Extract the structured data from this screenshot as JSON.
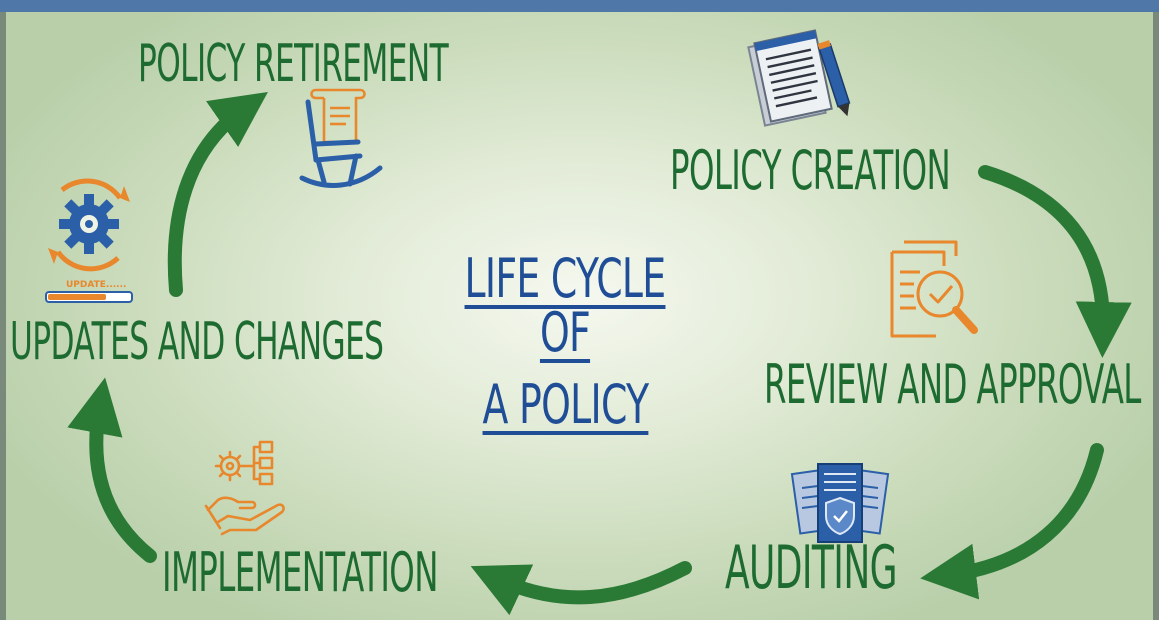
{
  "title": {
    "line1": "LIFE CYCLE OF",
    "line2": "A POLICY"
  },
  "stages": {
    "policy_creation": "POLICY CREATION",
    "review_and_approval": "REVIEW AND APPROVAL",
    "auditing": "AUDITING",
    "implementation": "IMPLEMENTATION",
    "updates_and_changes": "UPDATES AND CHANGES",
    "policy_retirement": "POLICY RETIREMENT"
  },
  "icons": {
    "policy_creation": "document-pen-icon",
    "review_and_approval": "document-magnifier-check-icon",
    "auditing": "shield-document-icon",
    "implementation": "hand-gear-flowchart-icon",
    "updates_and_changes": "gear-cycle-update-icon",
    "policy_retirement": "rocking-chair-scroll-icon"
  },
  "update_bar_text": "UPDATE......",
  "colors": {
    "label_green": "#1d6b31",
    "arrow_green": "#2a7a36",
    "title_blue": "#1f4e96",
    "icon_orange": "#e8872b",
    "icon_blue": "#2b5fa8",
    "top_bar": "#4f77a8"
  }
}
